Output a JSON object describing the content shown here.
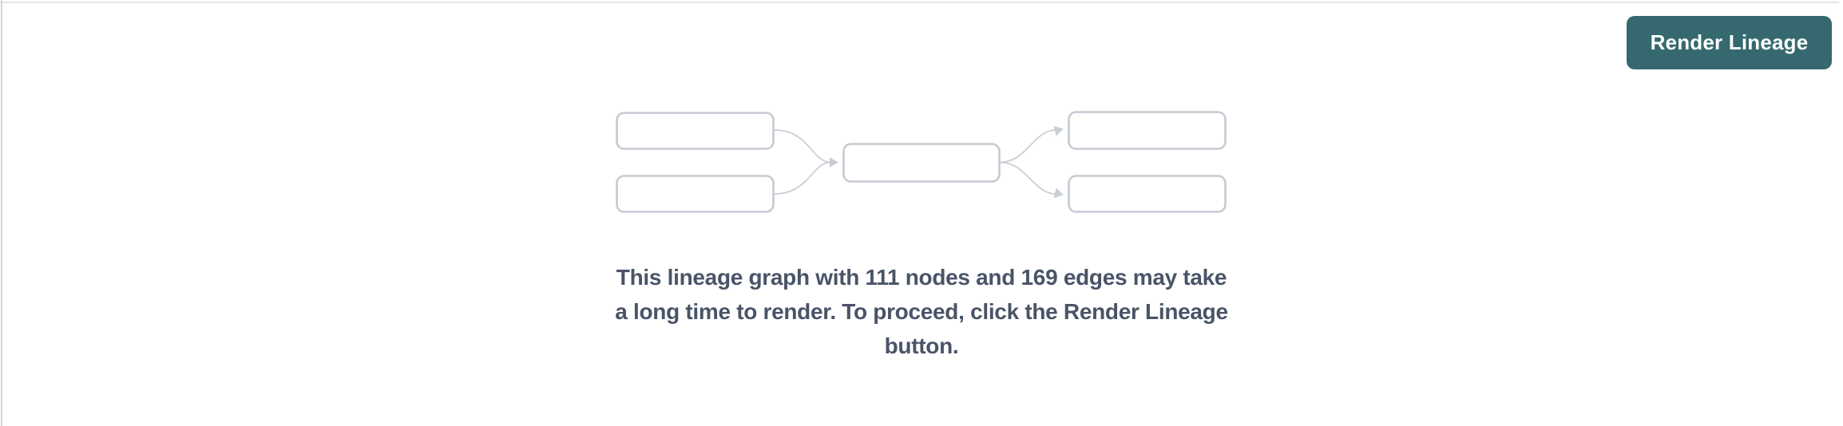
{
  "panel": {
    "background": "#ffffff",
    "top_border_color": "#e3e3e7",
    "left_border_color": "#d5d5d9"
  },
  "toolbar": {
    "render_button_label": "Render Lineage",
    "render_button_color": "#35696f",
    "render_button_text_color": "#ffffff"
  },
  "placeholder_graph": {
    "icon": "lineage-graph-placeholder-icon",
    "node_fill": "#ffffff",
    "node_border_color": "#c5cad3",
    "edge_color": "#c9ced6"
  },
  "message": {
    "full": "This lineage graph with 111 nodes and 169 edges may take a long time to render. To proceed, click the Render Lineage button.",
    "lines": [
      "This lineage graph with 111 nodes and 169 edges may take",
      "a long time to render. To proceed, click the Render Lineage",
      "button."
    ],
    "node_count": "111",
    "edge_count": "169",
    "text_color": "#4a5468"
  }
}
